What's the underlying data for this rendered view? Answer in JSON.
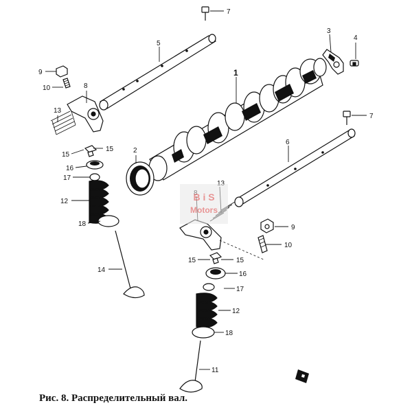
{
  "caption": "Рис. 8. Распределительный вал.",
  "watermark": {
    "line1": "B i S",
    "line2": "Motors"
  },
  "callouts": {
    "c1": "1",
    "c2": "2",
    "c3": "3",
    "c4": "4",
    "c5": "5",
    "c6": "6",
    "c7a": "7",
    "c7b": "7",
    "c8a": "8",
    "c8b": "8",
    "c9a": "9",
    "c9b": "9",
    "c10a": "10",
    "c10b": "10",
    "c11": "11",
    "c12a": "12",
    "c12b": "12",
    "c13a": "13",
    "c13b": "13",
    "c14": "14",
    "c15a": "15",
    "c15b": "15",
    "c15c": "15",
    "c15d": "15",
    "c16a": "16",
    "c16b": "16",
    "c17a": "17",
    "c17b": "17",
    "c18a": "18",
    "c18b": "18"
  },
  "colors": {
    "ink": "#111111",
    "paper": "#ffffff",
    "watermark_red": "#e04848"
  }
}
